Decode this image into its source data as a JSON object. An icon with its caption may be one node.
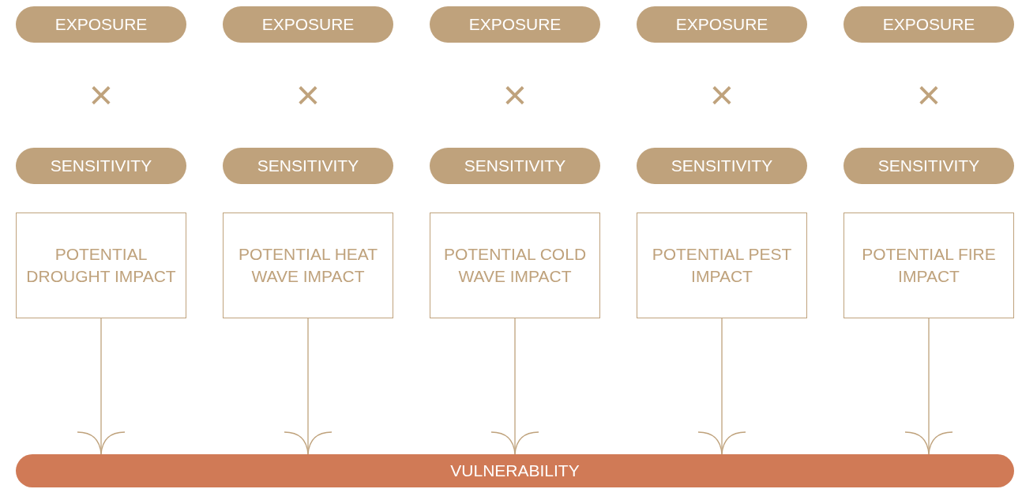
{
  "diagram": {
    "nodes": [
      {
        "text": [
          "EXPOSURE"
        ]
      },
      {
        "text": [
          "EXPOSURE"
        ]
      },
      {
        "text": [
          "EXPOSURE"
        ]
      },
      {
        "text": [
          "EXPOSURE"
        ]
      },
      {
        "text": [
          "EXPOSURE"
        ]
      },
      {
        "text": [
          "SENSITIVITY"
        ]
      },
      {
        "text": [
          "SENSITIVITY"
        ]
      },
      {
        "text": [
          "SENSITIVITY"
        ]
      },
      {
        "text": [
          "SENSITIVITY"
        ]
      },
      {
        "text": [
          "SENSITIVITY"
        ]
      },
      {
        "text": [
          "POTENTIAL DROUGHT IMPACT"
        ]
      },
      {
        "text": [
          "POTENTIAL HEAT WAVE IMPACT"
        ]
      },
      {
        "text": [
          "POTENTIAL COLD WAVE IMPACT"
        ]
      },
      {
        "text": [
          "POTENTIAL PEST IMPACT"
        ]
      },
      {
        "text": [
          "POTENTIAL FIRE IMPACT"
        ]
      },
      {
        "text": [
          "VULNERABILITY"
        ]
      }
    ],
    "edges": [
      {
        "from": 10,
        "to": 15,
        "arrow": "to"
      },
      {
        "from": 11,
        "to": 15,
        "arrow": "to"
      },
      {
        "from": 12,
        "to": 15,
        "arrow": "to"
      },
      {
        "from": 13,
        "to": 15,
        "arrow": "to"
      },
      {
        "from": 14,
        "to": 15,
        "arrow": "to"
      }
    ],
    "labels": [
      "×",
      "×",
      "×",
      "×",
      "×"
    ]
  }
}
